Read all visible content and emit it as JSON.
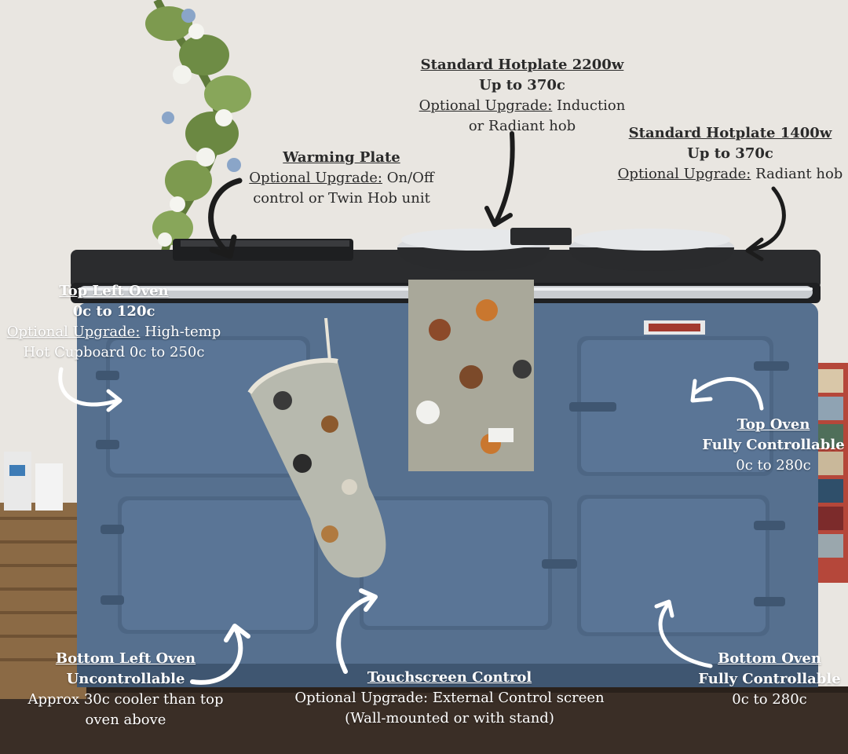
{
  "colors": {
    "wall": "#e9e6e1",
    "cooker_blue": "#56708f",
    "cooker_blue_dark": "#3f5671",
    "top_plate": "#2b2c2e",
    "chrome": "#c9ccd0",
    "floor": "#3a2e26",
    "text_dark": "#2a2a2a",
    "text_light": "#ffffff"
  },
  "labels": {
    "hotplate_2200": {
      "title": "Standard Hotplate 2200w",
      "temp": "Up to 370c",
      "upgrade_prefix": "Optional Upgrade:",
      "upgrade_line1": "Induction",
      "upgrade_line2": "or Radiant hob"
    },
    "hotplate_1400": {
      "title": "Standard Hotplate 1400w",
      "temp": "Up to 370c",
      "upgrade_prefix": "Optional Upgrade:",
      "upgrade_text": "Radiant hob"
    },
    "warming_plate": {
      "title": "Warming Plate",
      "upgrade_prefix": "Optional Upgrade:",
      "upgrade_line1": "On/Off",
      "upgrade_line2": "control or Twin Hob unit"
    },
    "top_left_oven": {
      "title": "Top Left Oven",
      "temp": "0c to 120c",
      "upgrade_prefix": "Optional Upgrade:",
      "upgrade_line1": "High-temp",
      "upgrade_line2": "Hot Cupboard 0c to 250c"
    },
    "top_oven": {
      "title": "Top Oven",
      "control": "Fully Controllable",
      "temp": "0c to 280c"
    },
    "bottom_left_oven": {
      "title": "Bottom Left Oven",
      "control": "Uncontrollable",
      "note_line1": "Approx 30c cooler than top",
      "note_line2": "oven above"
    },
    "touchscreen": {
      "title": "Touchscreen Control",
      "upgrade_line1": "Optional Upgrade: External Control screen",
      "upgrade_line2": "(Wall-mounted or with stand)"
    },
    "bottom_oven": {
      "title": "Bottom Oven",
      "control": "Fully Controllable",
      "temp": "0c to 280c"
    }
  }
}
